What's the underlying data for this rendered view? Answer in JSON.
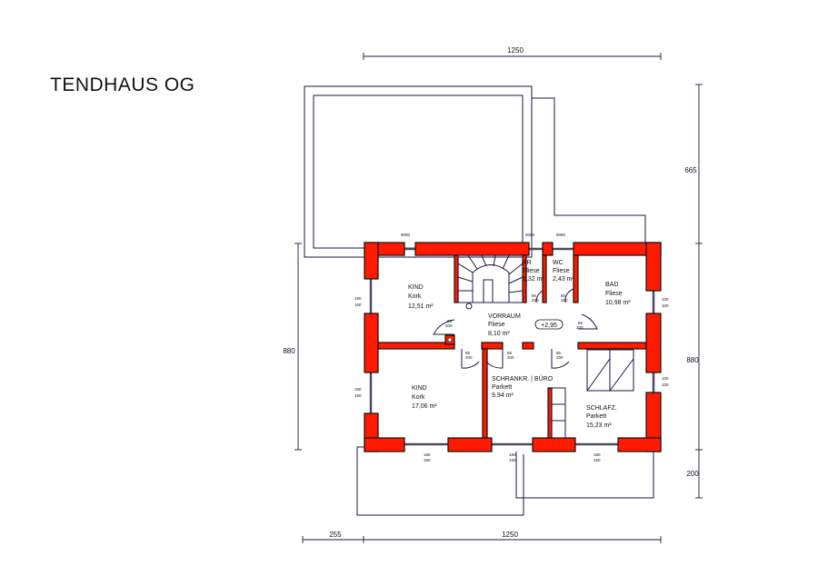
{
  "title": "TENDHAUS OG",
  "dimensions": {
    "top": "1250",
    "bottom_left": "255",
    "bottom": "1250",
    "left": "880",
    "right_top": "665",
    "right_middle": "880",
    "right_bottom": "200"
  },
  "level": "+2,95",
  "rooms": [
    {
      "name": "KIND",
      "floor": "Kork",
      "area": "12,51 m²"
    },
    {
      "name": "AR",
      "floor": "Fliese",
      "area": "2,32 m²"
    },
    {
      "name": "WC",
      "floor": "Fliese",
      "area": "2,43 m²"
    },
    {
      "name": "BAD",
      "floor": "Fliese",
      "area": "10,98 m²"
    },
    {
      "name": "VORRAUM",
      "floor": "Fliese",
      "area": "8,10 m²"
    },
    {
      "name": "KIND",
      "floor": "Kork",
      "area": "17,06 m²"
    },
    {
      "name": "SCHRANKR. | BÜRO",
      "floor": "Parkett",
      "area": "9,94 m²"
    },
    {
      "name": "SCHLAFZ.",
      "floor": "Parkett",
      "area": "15,23 m²"
    }
  ],
  "openings": {
    "window_top": [
      "90",
      "90"
    ],
    "window_side_left": [
      "180",
      "150"
    ],
    "window_side_right": [
      "100",
      "100"
    ],
    "window_bottom": [
      "180",
      "150"
    ],
    "door": [
      "85",
      "200"
    ],
    "door_small": [
      "80",
      "200"
    ]
  }
}
